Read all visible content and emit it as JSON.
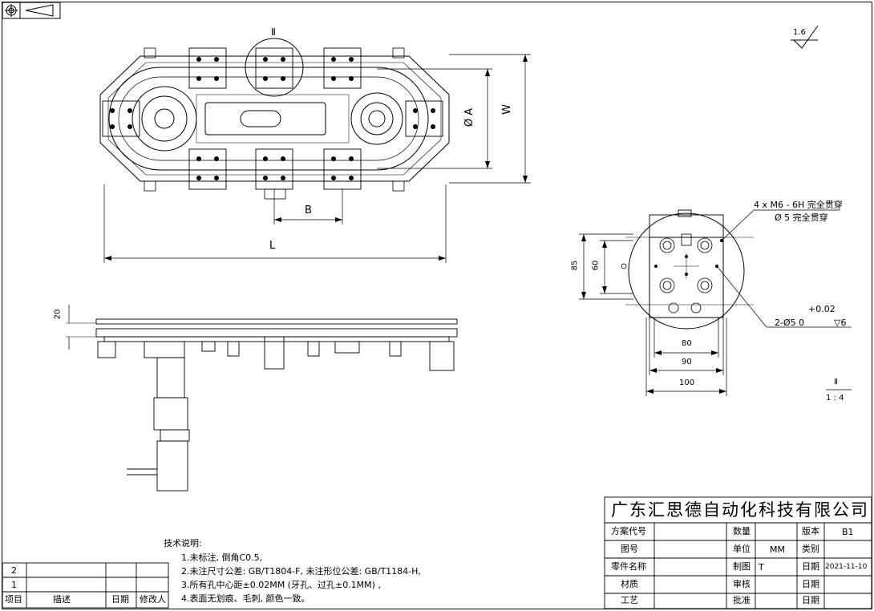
{
  "dimensions": {
    "A": "Ø A",
    "W": "W",
    "B": "B",
    "L": "L",
    "h20": "20",
    "d85": "85",
    "d60": "60",
    "d80": "80",
    "d90": "90",
    "d100": "100"
  },
  "view_label": {
    "top": "Ⅱ",
    "detail": "Ⅱ",
    "scale": "1 : 4"
  },
  "surface_finish": "1.6",
  "callouts": {
    "holes_line1": "4 x  M6 - 6H 完全贯穿",
    "holes_line2": "Ø 5 完全贯穿",
    "pin_tol_upper": "+0.02",
    "pin_spec": "2-Ø5  0",
    "pin_depth": "▽6"
  },
  "tech_notes": {
    "title": "技术说明:",
    "items": [
      "1.未标注, 倒角C0.5,",
      "2.未注尺寸公差: GB/T1804-F, 未注形位公差: GB/T1184-H,",
      "3.所有孔中心距±0.02MM (牙孔、过孔±0.1MM) ,",
      "4.表面无划痕、毛刺, 颜色一致。"
    ]
  },
  "revision_table": {
    "rows": [
      "2",
      "1"
    ],
    "headers": [
      "项目",
      "描述",
      "日期",
      "修改人"
    ]
  },
  "title_block": {
    "company": "广东汇思德自动化科技有限公司",
    "labels": {
      "scheme_code": "方案代号",
      "drawing_no": "图号",
      "part_name": "零件名称",
      "material": "材质",
      "process": "工艺",
      "quantity": "数量",
      "unit": "单位",
      "drawn": "制图",
      "review": "审核",
      "approve": "批准",
      "version": "版本",
      "category": "类别",
      "date": "日期"
    },
    "values": {
      "unit": "MM",
      "drawn": "T",
      "version": "B1",
      "date1": "2021-11-10"
    }
  }
}
